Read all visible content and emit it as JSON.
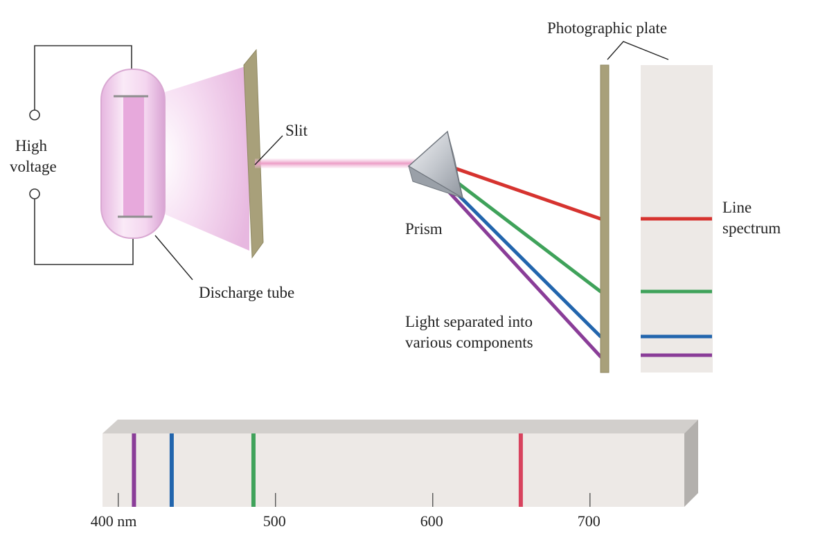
{
  "labels": {
    "high": "High",
    "voltage": "voltage",
    "discharge_tube": "Discharge tube",
    "slit": "Slit",
    "prism": "Prism",
    "separated_line1": "Light separated into",
    "separated_line2": "various components",
    "photographic_plate": "Photographic plate",
    "line": "Line",
    "spectrum": "spectrum"
  },
  "axis": {
    "unit": "nm",
    "min": 390,
    "max": 760,
    "ticks": [
      {
        "value": 400,
        "label": "400 nm"
      },
      {
        "value": 500,
        "label": "500"
      },
      {
        "value": 600,
        "label": "600"
      },
      {
        "value": 700,
        "label": "700"
      }
    ]
  },
  "spectral_lines": [
    {
      "wavelength_nm": 410,
      "color": "#8a3d98"
    },
    {
      "wavelength_nm": 434,
      "color": "#2265ad"
    },
    {
      "wavelength_nm": 486,
      "color": "#3fa25a"
    },
    {
      "wavelength_nm": 656,
      "color": "#d8435e"
    }
  ],
  "plate_colors": {
    "red": "#d6332f",
    "green": "#3fa25a",
    "blue": "#2265ad",
    "violet": "#8a3d98"
  },
  "icons": [
    "terminal-icon",
    "discharge-tube-icon",
    "prism-icon",
    "photographic-plate-icon"
  ]
}
